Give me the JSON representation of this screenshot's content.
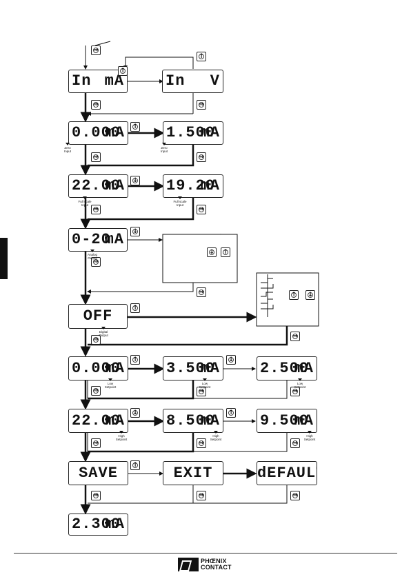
{
  "footer": {
    "brand_line1": "PHŒNIX",
    "brand_line2": "CONTACT"
  },
  "displays": [
    {
      "id": "in-ma",
      "num": "In",
      "unit": "mA"
    },
    {
      "id": "in-v",
      "num": "In",
      "unit": "V"
    },
    {
      "id": "zero-0",
      "num": "0.000",
      "unit": "mA"
    },
    {
      "id": "zero-1",
      "num": "1.500",
      "unit": "mA"
    },
    {
      "id": "full-0",
      "num": "22.00",
      "unit": "mA"
    },
    {
      "id": "full-1",
      "num": "19.20",
      "unit": "mA"
    },
    {
      "id": "range",
      "num": "0-20",
      "unit": "mA"
    },
    {
      "id": "digital",
      "num": "OFF",
      "unit": ""
    },
    {
      "id": "low-0",
      "num": "0.000",
      "unit": "mA"
    },
    {
      "id": "low-1",
      "num": "3.500",
      "unit": "mA"
    },
    {
      "id": "low-2",
      "num": "2.500",
      "unit": "mA"
    },
    {
      "id": "high-0",
      "num": "22.00",
      "unit": "mA"
    },
    {
      "id": "high-1",
      "num": "8.500",
      "unit": "mA"
    },
    {
      "id": "high-2",
      "num": "9.500",
      "unit": "mA"
    },
    {
      "id": "save",
      "num": "SAVE",
      "unit": ""
    },
    {
      "id": "exit",
      "num": "EXIT",
      "unit": ""
    },
    {
      "id": "default",
      "num": "dEFAULT",
      "unit": ""
    },
    {
      "id": "result",
      "num": "2.300",
      "unit": "mA"
    }
  ],
  "labels": {
    "zero_input": "Zero Input",
    "full_scale_input": "Full scale Input",
    "analog_output": "Analog Output",
    "digital_output": "Digital Output",
    "low_setpoint": "Low Setpoint",
    "high_setpoint": "High Setpoint"
  },
  "icons": {
    "enter": "enter-icon",
    "up": "up-arrow-icon",
    "down": "down-arrow-icon"
  }
}
